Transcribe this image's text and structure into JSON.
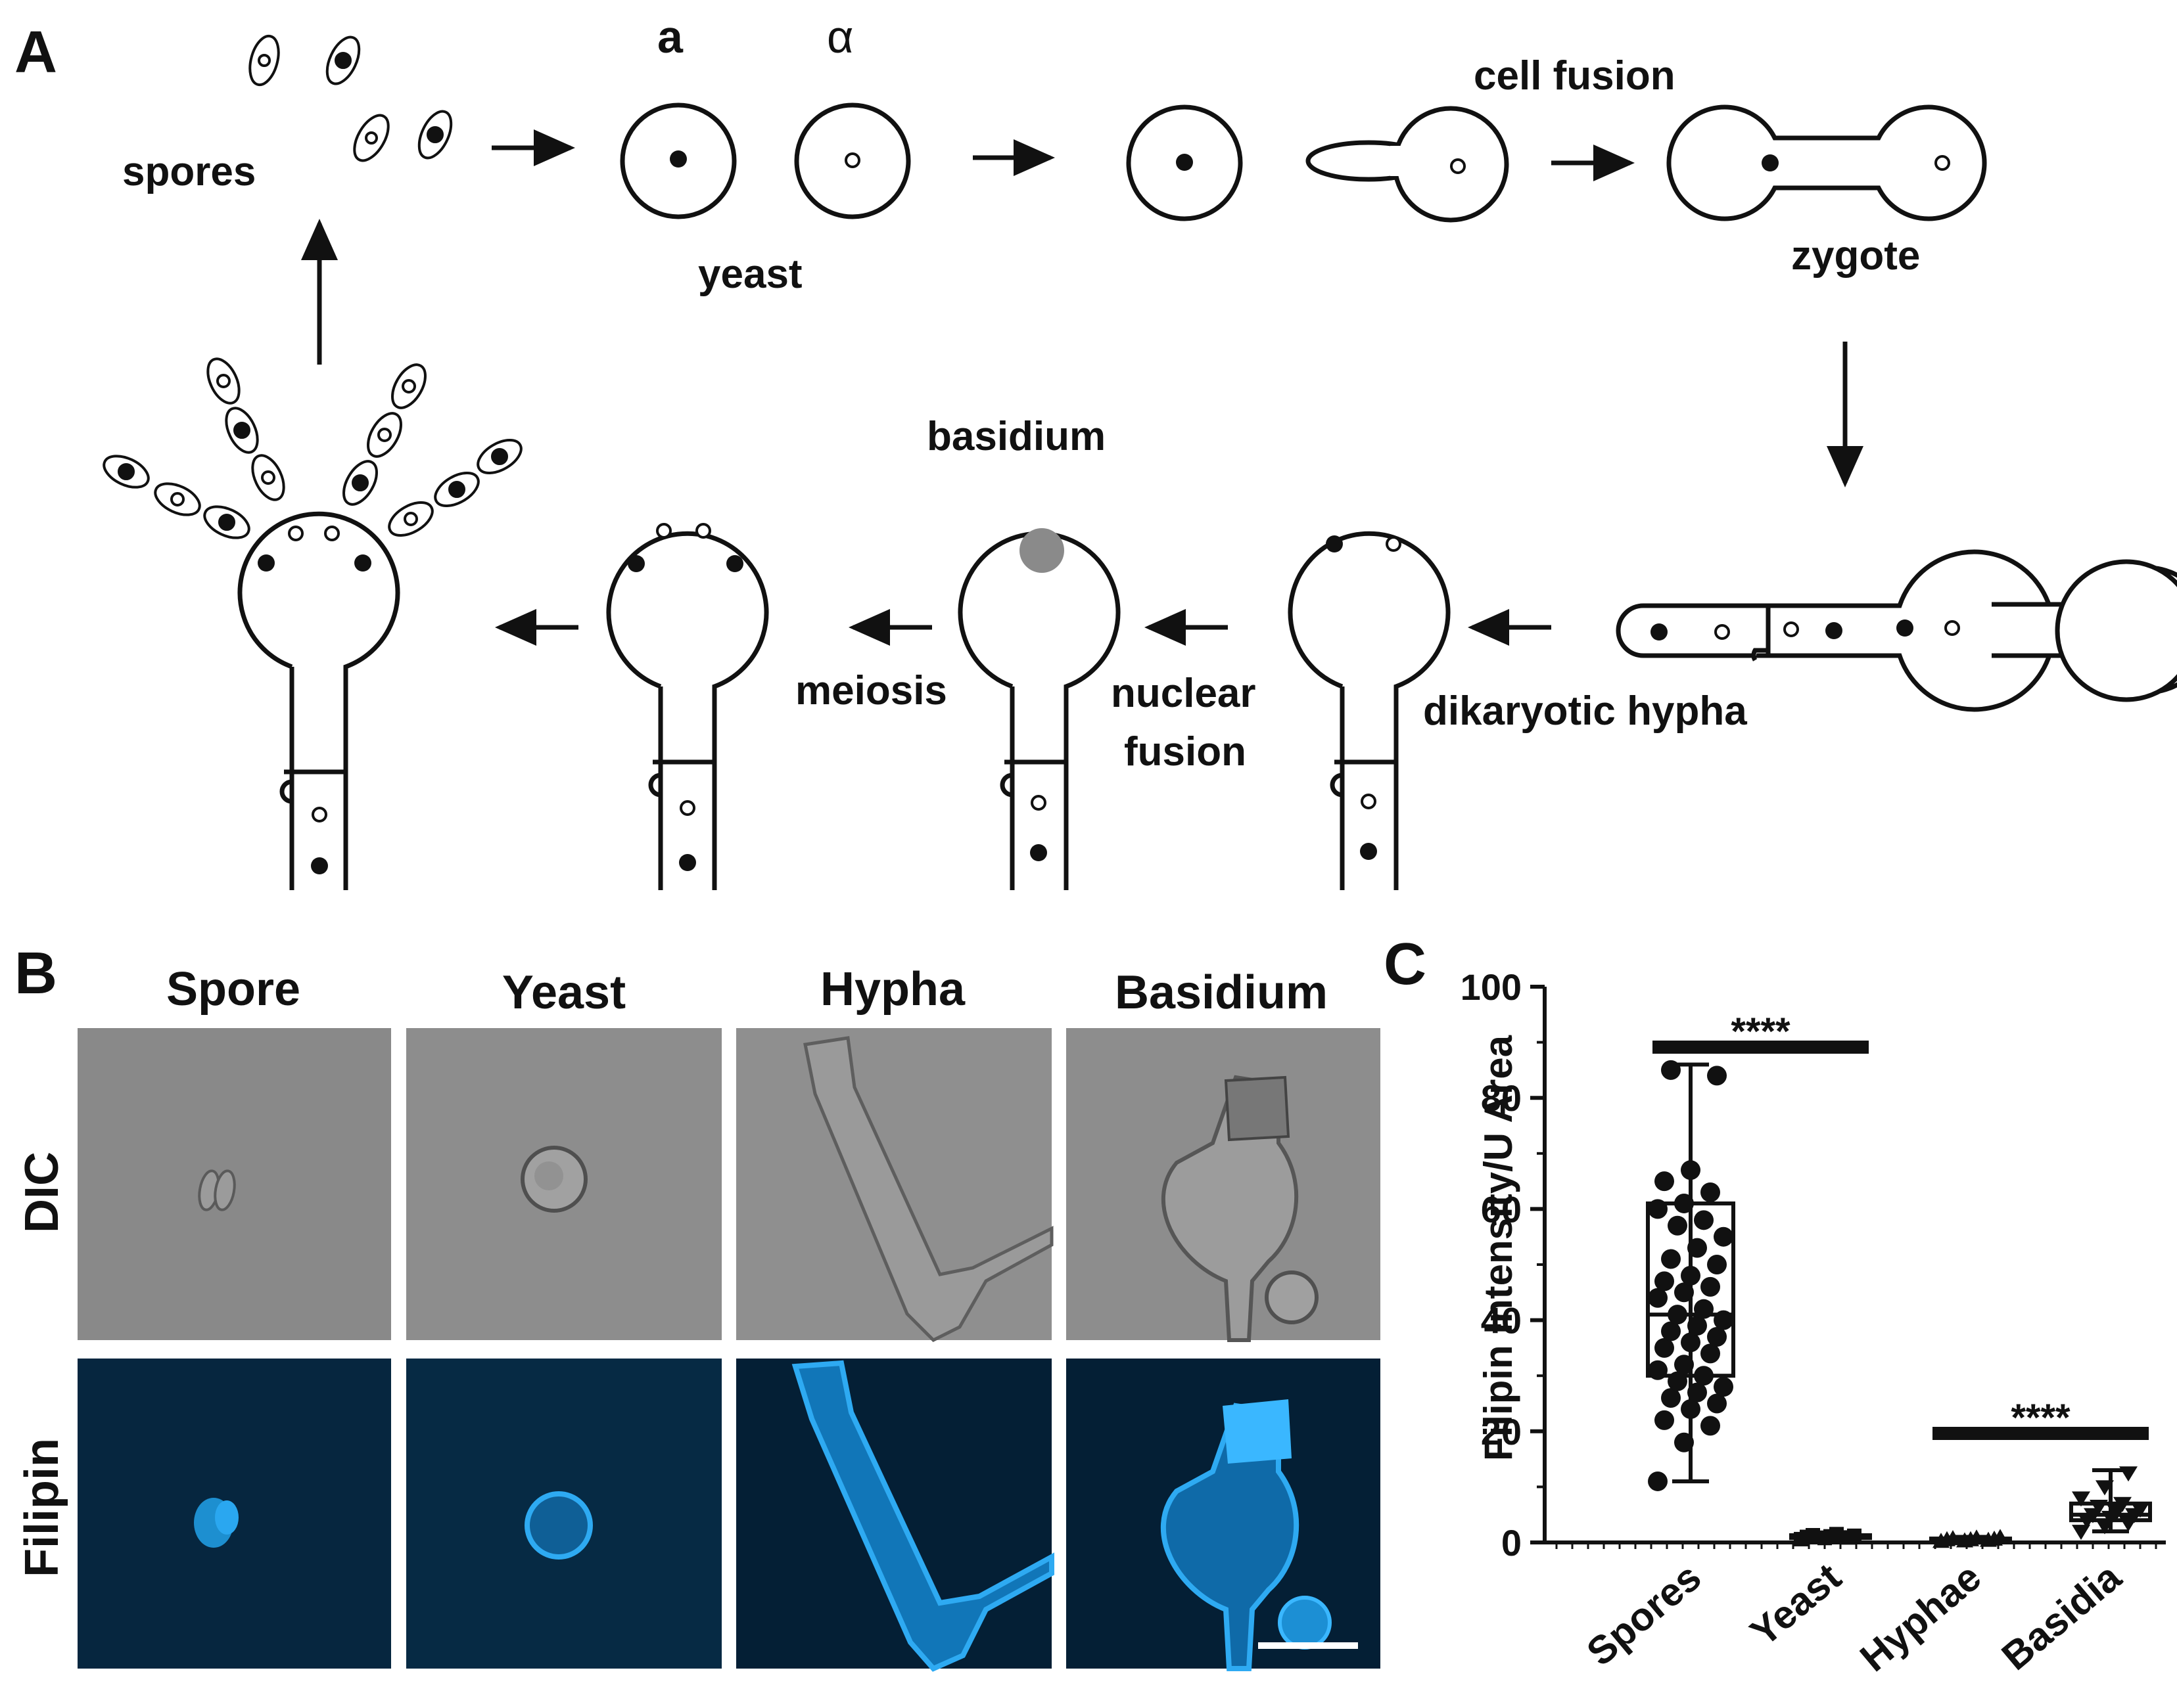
{
  "panel_a": {
    "letter": "A",
    "labels": {
      "a": "a",
      "alpha": "α",
      "spores": "spores",
      "yeast": "yeast",
      "cell_fusion": "cell fusion",
      "zygote": "zygote",
      "basidium": "basidium",
      "meiosis": "meiosis",
      "nuclear": "nuclear",
      "fusion": "fusion",
      "dikaryotic_hypha": "dikaryotic hypha"
    }
  },
  "panel_b": {
    "letter": "B",
    "columns": [
      "Spore",
      "Yeast",
      "Hypha",
      "Basidium"
    ],
    "rows": [
      "DIC",
      "Filipin"
    ],
    "colors": {
      "dic_gray": "#8a8a8a",
      "filipin_bg": "#06263f",
      "filipin_signal": "#1f9fe6"
    }
  },
  "panel_c": {
    "letter": "C",
    "significance": "****"
  },
  "chart_data": {
    "type": "box",
    "title": "",
    "xlabel": "",
    "ylabel": "Filipin Intensity/U Area",
    "ylim": [
      0,
      100
    ],
    "yticks": [
      0,
      20,
      40,
      60,
      80,
      100
    ],
    "categories": [
      "Spores",
      "Yeast",
      "Hyphae",
      "Basidia"
    ],
    "boxes": [
      {
        "category": "Spores",
        "min": 11,
        "q1": 30,
        "median": 41,
        "q3": 61,
        "max": 86,
        "points": [
          11,
          18,
          21,
          22,
          24,
          25,
          26,
          27,
          28,
          29,
          30,
          31,
          32,
          34,
          35,
          36,
          37,
          38,
          39,
          40,
          41,
          42,
          44,
          45,
          46,
          47,
          48,
          50,
          51,
          53,
          55,
          57,
          58,
          60,
          61,
          63,
          65,
          67,
          84,
          85
        ]
      },
      {
        "category": "Yeast",
        "min": 0.5,
        "q1": 0.8,
        "median": 1.0,
        "q3": 1.3,
        "max": 1.8,
        "points": [
          0.6,
          0.8,
          0.9,
          1.0,
          1.1,
          1.2,
          1.3,
          1.5
        ]
      },
      {
        "category": "Hyphae",
        "min": 0.1,
        "q1": 0.3,
        "median": 0.5,
        "q3": 0.7,
        "max": 1.0,
        "points": [
          0.2,
          0.3,
          0.4,
          0.5,
          0.5,
          0.6,
          0.7,
          0.8,
          0.9
        ]
      },
      {
        "category": "Basidia",
        "min": 2,
        "q1": 4,
        "median": 5,
        "q3": 7,
        "max": 13,
        "points": [
          2,
          3,
          3.5,
          4,
          4.5,
          5,
          5,
          5.5,
          6,
          6.5,
          7,
          8,
          10,
          12.5
        ]
      }
    ],
    "comparisons": [
      {
        "from": "Spores",
        "to": "Yeast",
        "label": "****"
      },
      {
        "from": "Hyphae",
        "to": "Basidia",
        "label": "****"
      }
    ]
  }
}
